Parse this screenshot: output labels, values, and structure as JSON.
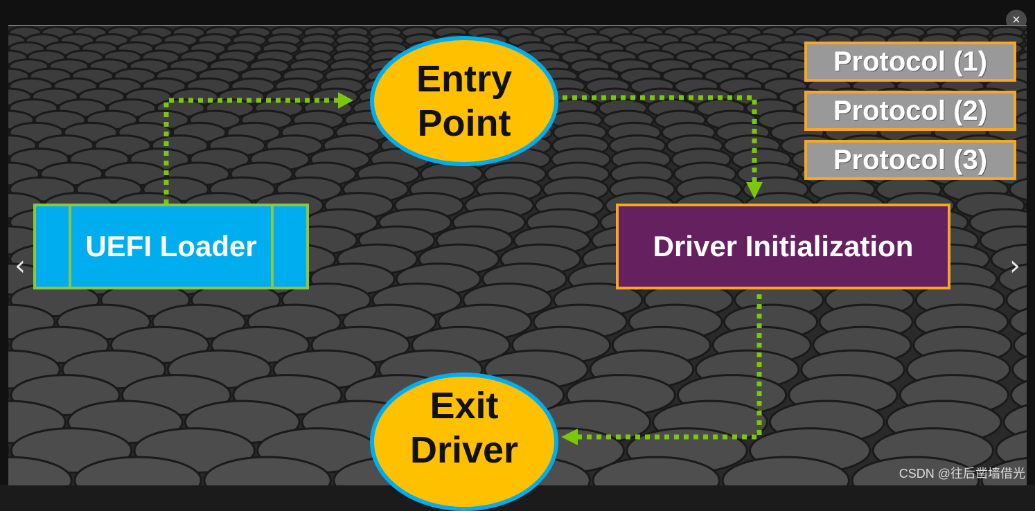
{
  "viewer": {
    "close_icon": "×",
    "prev_icon": "‹",
    "next_icon": "›"
  },
  "diagram": {
    "loader_label": "UEFI Loader",
    "entry_point_line1": "Entry",
    "entry_point_line2": "Point",
    "driver_init_label": "Driver Initialization",
    "exit_line1": "Exit",
    "exit_line2": "Driver",
    "protocols": [
      "Protocol (1)",
      "Protocol (2)",
      "Protocol (3)"
    ]
  },
  "watermark": "CSDN @往后凿墙借光",
  "colors": {
    "loader_fill": "#00aeef",
    "loader_border": "#8dc63f",
    "ellipse_fill": "#ffc000",
    "ellipse_border": "#00aeef",
    "driver_fill": "#652060",
    "accent_border": "#f7a823",
    "protocol_fill": "#999999",
    "arrow_color": "#7ac70c"
  }
}
